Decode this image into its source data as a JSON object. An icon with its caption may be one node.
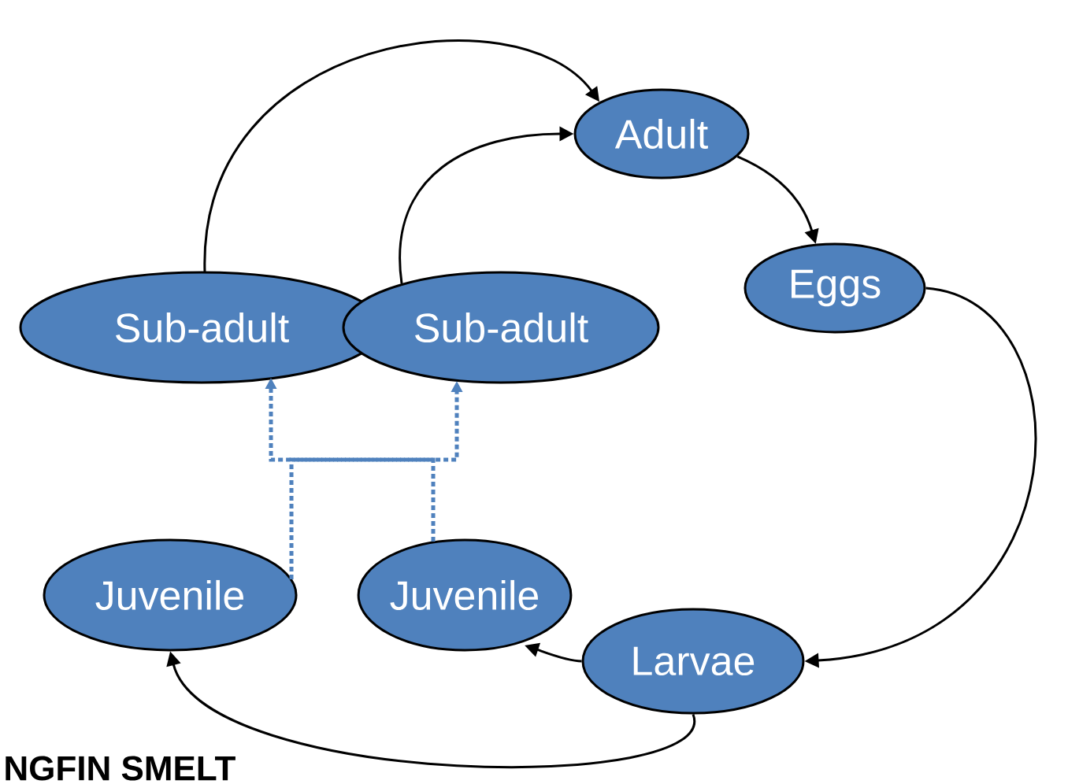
{
  "diagram": {
    "nodes": [
      {
        "text": [
          "Adult"
        ]
      },
      {
        "text": [
          "Eggs"
        ]
      },
      {
        "text": [
          "Sub-adult"
        ]
      },
      {
        "text": [
          "Sub-adult"
        ]
      },
      {
        "text": [
          "Juvenile"
        ]
      },
      {
        "text": [
          "Juvenile"
        ]
      },
      {
        "text": [
          "Larvae"
        ]
      }
    ],
    "edges": [
      {
        "from": 0,
        "to": 1,
        "arrow": "to"
      },
      {
        "from": 1,
        "to": 6,
        "arrow": "to"
      },
      {
        "from": 6,
        "to": 5,
        "arrow": "to"
      },
      {
        "from": 6,
        "to": 4,
        "arrow": "to"
      },
      {
        "from": 2,
        "to": 0,
        "arrow": "to"
      },
      {
        "from": 3,
        "to": 0,
        "arrow": "to"
      },
      {
        "from": 2,
        "to": 3,
        "arrow": "both",
        "style": "dashed",
        "color": "#4f81bd"
      },
      {
        "from": 4,
        "to": 5,
        "arrow": "none",
        "style": "dashed",
        "color": "#4f81bd"
      }
    ],
    "labels": [
      "NGFIN SMELT"
    ]
  }
}
